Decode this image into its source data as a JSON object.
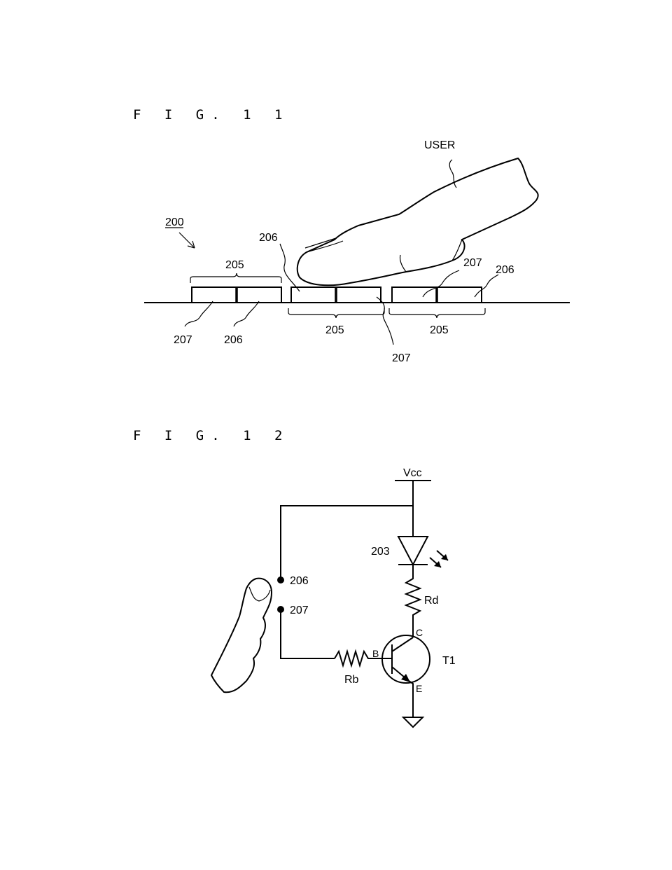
{
  "fig11": {
    "title": "F I G. 1 1",
    "ref_device": "200",
    "user_label": "USER",
    "labels": {
      "unit_left": "205",
      "unit_mid": "205",
      "unit_right": "205",
      "elec_206_top": "206",
      "elec_206_right": "206",
      "elec_206_bottom": "206",
      "elec_207_left": "207",
      "elec_207_mid": "207",
      "elec_207_right": "207"
    }
  },
  "fig12": {
    "title": "F I G. 1 2",
    "labels": {
      "vcc": "Vcc",
      "led": "203",
      "rd": "Rd",
      "rb": "Rb",
      "collector": "C",
      "base": "B",
      "emitter": "E",
      "transistor": "T1",
      "terminal_206": "206",
      "terminal_207": "207"
    }
  }
}
